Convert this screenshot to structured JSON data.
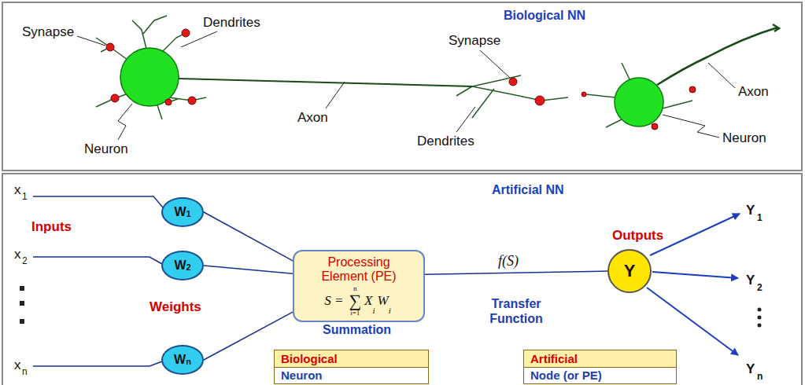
{
  "diagram": {
    "nodes": [
      {
        "text": [
          "W",
          "1"
        ]
      },
      {
        "text": [
          "W",
          "2"
        ]
      },
      {
        "text": [
          "W",
          "n"
        ]
      },
      {
        "text": [
          "Processing Element (PE)",
          "S =",
          "n",
          "∑",
          "i=1",
          "X",
          "i",
          "W",
          "i"
        ]
      },
      {
        "text": [
          "Y"
        ]
      },
      {
        "text": [
          "Biological",
          "Neuron"
        ]
      },
      {
        "text": [
          "Artificial",
          "Node (or PE)"
        ]
      }
    ],
    "edges": [
      {
        "from": 0,
        "to": 3,
        "arrow": "none"
      },
      {
        "from": 1,
        "to": 3,
        "arrow": "none"
      },
      {
        "from": 2,
        "to": 3,
        "arrow": "none"
      },
      {
        "from": 3,
        "to": 4,
        "label": "f(S)",
        "arrow": "none"
      }
    ],
    "labels": [
      "Biological NN",
      "Synapse",
      "Dendrites",
      "Axon",
      "Neuron",
      "Synapse",
      "Dendrites",
      "Axon",
      "Neuron",
      "Artificial NN",
      "x",
      "1",
      "Inputs",
      "x",
      "2",
      "x",
      "n",
      "Weights",
      "Summation",
      "Transfer Function",
      "Outputs",
      "Y",
      "1",
      "Y",
      "2",
      "Y",
      "n"
    ]
  }
}
